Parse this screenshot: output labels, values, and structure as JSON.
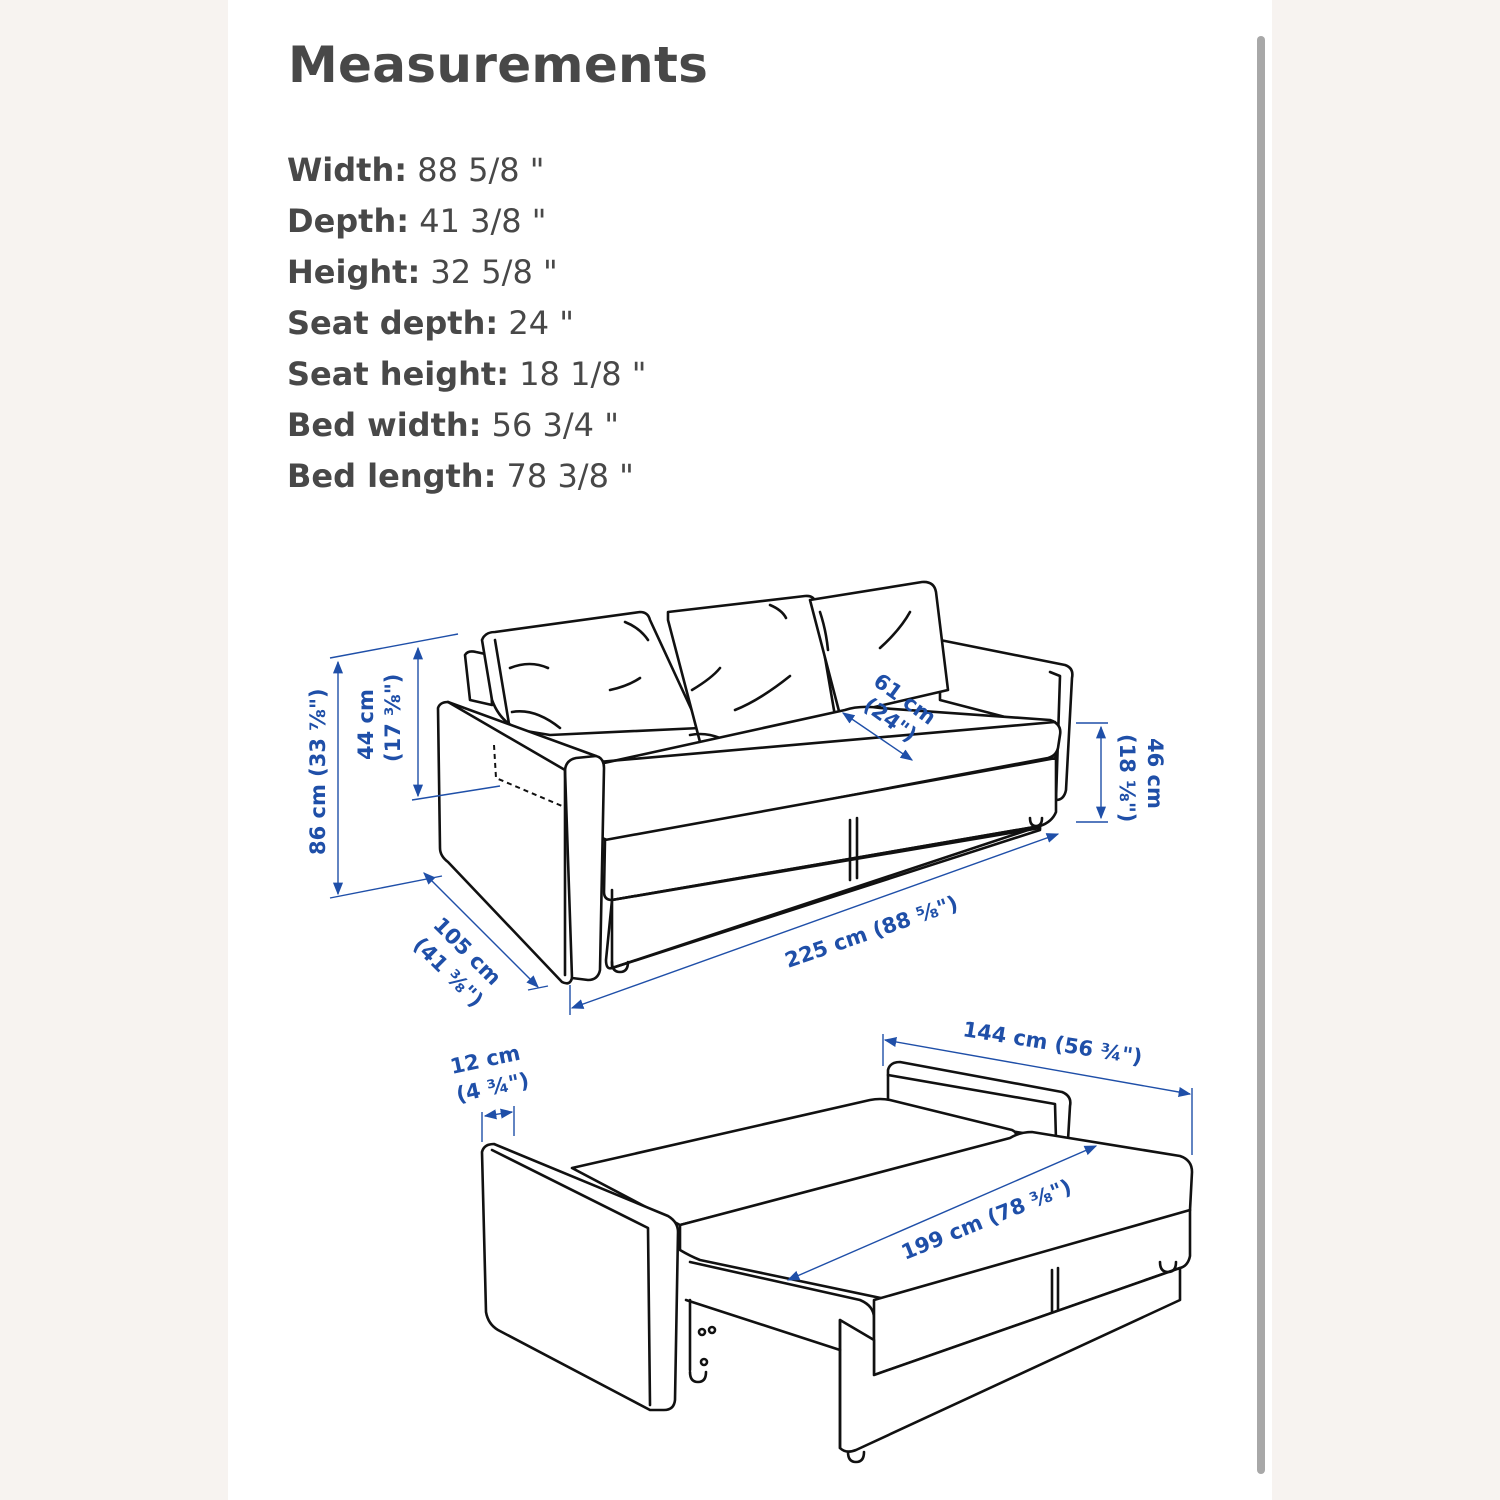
{
  "page": {
    "title": "Measurements",
    "background_color": "#f7f3f0",
    "panel_color": "#ffffff",
    "text_color": "#484848",
    "dimension_color": "#1f4fa8"
  },
  "measurements": [
    {
      "label": "Width:",
      "value": "88 5/8 \""
    },
    {
      "label": "Depth:",
      "value": "41 3/8 \""
    },
    {
      "label": "Height:",
      "value": "32 5/8 \""
    },
    {
      "label": "Seat depth:",
      "value": "24 \""
    },
    {
      "label": "Seat height:",
      "value": "18 1/8 \""
    },
    {
      "label": "Bed width:",
      "value": "56 3/4 \""
    },
    {
      "label": "Bed length:",
      "value": "78 3/8 \""
    }
  ],
  "sofa_diagram": {
    "total_height": "86 cm (33 ⅞\")",
    "back_height_cm": "44 cm",
    "back_height_in": "(17 ⅜\")",
    "seat_depth_cm": "61 cm",
    "seat_depth_in": "(24\")",
    "seat_height_cm": "46 cm",
    "seat_height_in": "(18 ⅛\")",
    "depth_cm": "105 cm",
    "depth_in": "(41 ⅜\")",
    "width": "225 cm (88 ⅝\")"
  },
  "bed_diagram": {
    "armrest_cm": "12 cm",
    "armrest_in": "(4 ¾\")",
    "bed_width": "144 cm (56 ¾\")",
    "bed_length": "199 cm (78 ⅜\")"
  }
}
